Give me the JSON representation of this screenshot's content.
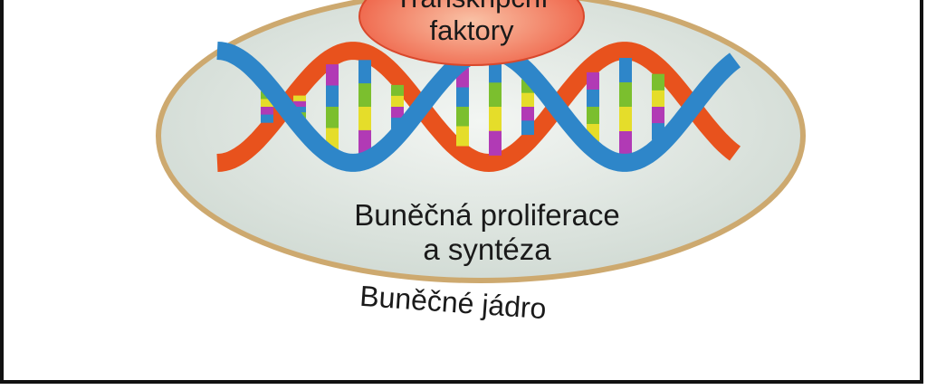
{
  "diagram": {
    "transcription_factors_label": "Transkripční faktory",
    "transcription_factors_lines": [
      "Transkripční",
      "faktory"
    ],
    "process_line_1": "Buněčná proliferace",
    "process_line_2": "a syntéza",
    "nucleus_label": "Buněčné jádro"
  },
  "colors": {
    "nucleus_fill": "#dfe6e1",
    "nucleus_border": "#c9ad78",
    "factor_fill": "#f26a4f",
    "strand_red": "#e8521d",
    "strand_blue": "#2e86c9",
    "base_pairs": [
      "#7bbf2e",
      "#e5dd2a",
      "#b13ab5",
      "#2e86c9"
    ]
  }
}
